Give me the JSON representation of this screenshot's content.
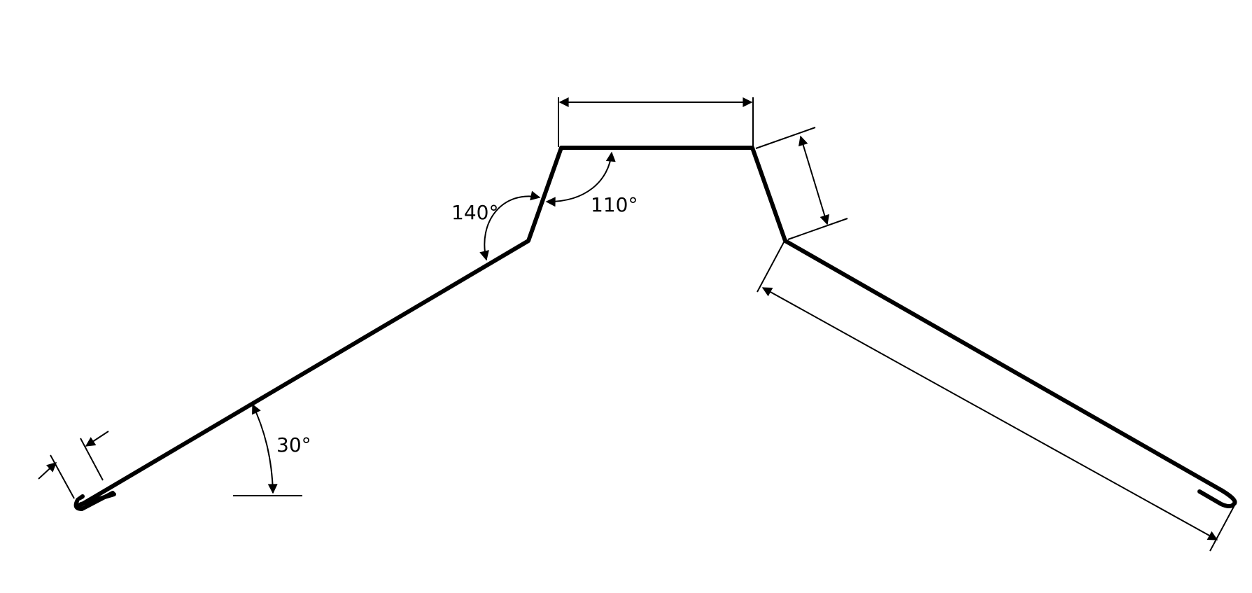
{
  "angles": {
    "top_outer": "140°",
    "top_inner": "110°",
    "slope": "30°"
  }
}
